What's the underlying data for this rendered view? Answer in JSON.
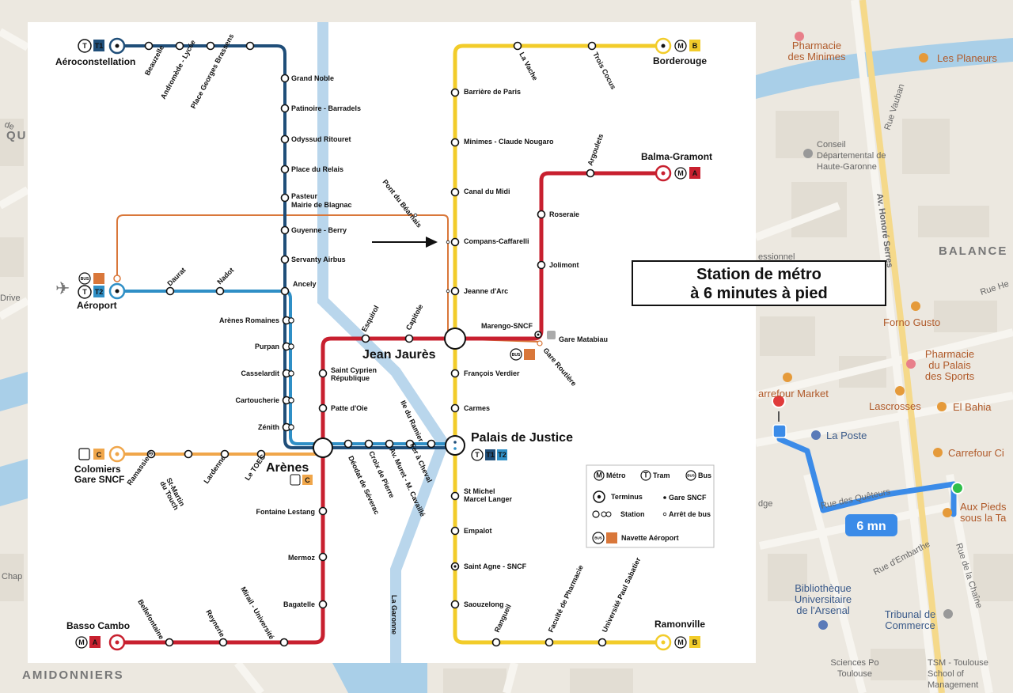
{
  "background_map": {
    "districts": [
      "QU",
      "BALANCE",
      "AMIDONNIERS"
    ],
    "pois": [
      {
        "name": "Pharmacie des Minimes",
        "lines": [
          "Pharmacie",
          "des Minimes"
        ]
      },
      {
        "name": "Les Planeurs",
        "lines": [
          "Les Planeurs"
        ]
      },
      {
        "name": "Conseil Départemental de Haute-Garonne",
        "lines": [
          "Conseil",
          "Départemental de",
          "Haute-Garonne"
        ]
      },
      {
        "name": "Forno Gusto",
        "lines": [
          "Forno Gusto"
        ]
      },
      {
        "name": "Pharmacie du Palais des Sports",
        "lines": [
          "Pharmacie",
          "du Palais",
          "des Sports"
        ]
      },
      {
        "name": "Carrefour Market",
        "lines": [
          "arrefour Market"
        ]
      },
      {
        "name": "Lascrosses",
        "lines": [
          "Lascrosses"
        ]
      },
      {
        "name": "El Bahia",
        "lines": [
          "El Bahia"
        ]
      },
      {
        "name": "La Poste",
        "lines": [
          "La Poste"
        ]
      },
      {
        "name": "Carrefour City",
        "lines": [
          "Carrefour Ci"
        ]
      },
      {
        "name": "Aux Pieds sous la Table",
        "lines": [
          "Aux Pieds",
          "sous la Ta"
        ]
      },
      {
        "name": "Bibliothèque Universitaire de l'Arsenal",
        "lines": [
          "Bibliothèque",
          "Universitaire",
          "de l'Arsenal"
        ]
      },
      {
        "name": "Tribunal de Commerce",
        "lines": [
          "Tribunal de",
          "Commerce"
        ]
      },
      {
        "name": "Sciences Po Toulouse",
        "lines": [
          "Sciences Po",
          "Toulouse"
        ]
      },
      {
        "name": "TSM - Toulouse School of Management",
        "lines": [
          "TSM - Toulouse",
          "School of",
          "Management"
        ]
      },
      {
        "name": "essionnel",
        "lines": [
          "essionnel"
        ]
      }
    ],
    "streets": [
      "Av. Honoré Serres",
      "Rue Vauban",
      "Rue des Quêteurs",
      "Rue d'Embarthe",
      "Rue de la Chaîne",
      "Drive",
      "Chap",
      "dge",
      "Rue He",
      "de"
    ],
    "route": {
      "duration": "6 mn"
    }
  },
  "callout": {
    "line1": "Station de métro",
    "line2": "à 6 minutes à pied"
  },
  "metro_map": {
    "colors": {
      "line_a": "#c8202f",
      "line_b": "#f2cc2a",
      "tram_t1": "#1f4e79",
      "tram_t2": "#2f8fc6",
      "navette": "#d9773a",
      "garonne": "#b9d6ec",
      "line_c": "#f0a64a"
    },
    "terminus": {
      "aeroconstellation": "Aéroconstellation",
      "aeroport": "Aéroport",
      "borderouge": "Borderouge",
      "balma": "Balma-Gramont",
      "colomiers": "Colomiers",
      "colomiers2": "Gare SNCF",
      "basso": "Basso Cambo",
      "ramonville": "Ramonville"
    },
    "hubs": {
      "jean_jaures": "Jean Jaurès",
      "palais": "Palais de Justice",
      "arenes": "Arènes"
    },
    "badges": {
      "metro": "M",
      "tram": "T",
      "bus": "BUS",
      "A": "A",
      "B": "B",
      "C": "C",
      "T1": "T1",
      "T2": "T2"
    },
    "stations": {
      "beauzelle": "Beauzelle",
      "andromede": "Andromède - Lycée",
      "brassens": "Place Georges Brassens",
      "grand_noble": "Grand Noble",
      "patinoire": "Patinoire - Barradels",
      "odyssud": "Odyssud Ritouret",
      "relais": "Place du Relais",
      "pasteur1": "Pasteur",
      "pasteur2": "Mairie de Blagnac",
      "guyenne": "Guyenne - Berry",
      "servanty": "Servanty Airbus",
      "ancely": "Ancely",
      "daurat": "Daurat",
      "nadot": "Nadot",
      "arenes_romaines": "Arènes Romaines",
      "purpan": "Purpan",
      "casselardit": "Casselardit",
      "cartoucherie": "Cartoucherie",
      "zenith": "Zénith",
      "ramassiers": "Ramassiers",
      "st_martin1": "St-Martin",
      "st_martin2": "du Touch",
      "lardenne": "Lardenne",
      "toec": "Le TOEC",
      "fontaine": "Fontaine Lestang",
      "mermoz": "Mermoz",
      "bagatelle": "Bagatelle",
      "mirail": "Mirail - Université",
      "reynerie": "Reynerie",
      "bellefontaine": "Bellefontaine",
      "st_cyprien1": "Saint Cyprien",
      "st_cyprien2": "République",
      "patte_oie": "Patte d'Oie",
      "esquirol": "Esquirol",
      "capitole": "Capitole",
      "deodat": "Déodat de Séverac",
      "croix": "Croix de Pierre",
      "av_muret": "Av. Muret - M. Cavaillé",
      "fer_cheval": "Fer à Cheval",
      "ile_ramier": "Ile du Ramier",
      "pont_bearnais": "Pont du Béarnais",
      "la_vache": "La Vache",
      "trois_cocus": "Trois Cocus",
      "barriere": "Barrière de Paris",
      "minimes": "Minimes - Claude Nougaro",
      "canal": "Canal du Midi",
      "compans": "Compans-Caffarelli",
      "jeanne": "Jeanne d'Arc",
      "francois": "François Verdier",
      "carmes": "Carmes",
      "st_michel1": "St Michel",
      "st_michel2": "Marcel Langer",
      "empalot": "Empalot",
      "st_agne": "Saint Agne - SNCF",
      "saouzelong": "Saouzelong",
      "rangueil": "Rangueil",
      "pharmacie": "Faculté de Pharmacie",
      "sabatier": "Université Paul Sabatier",
      "argoulets": "Argoulets",
      "roseraie": "Roseraie",
      "jolimont": "Jolimont",
      "marengo": "Marengo-SNCF",
      "matabiau": "Gare Matabiau",
      "gare_routiere": "Gare Routière",
      "garonne": "La Garonne"
    },
    "legend": {
      "metro": "Métro",
      "tram": "Tram",
      "bus": "Bus",
      "terminus": "Terminus",
      "gare": "Gare SNCF",
      "station": "Station",
      "arret_bus": "Arrêt de bus",
      "navette": "Navette Aéroport"
    }
  }
}
